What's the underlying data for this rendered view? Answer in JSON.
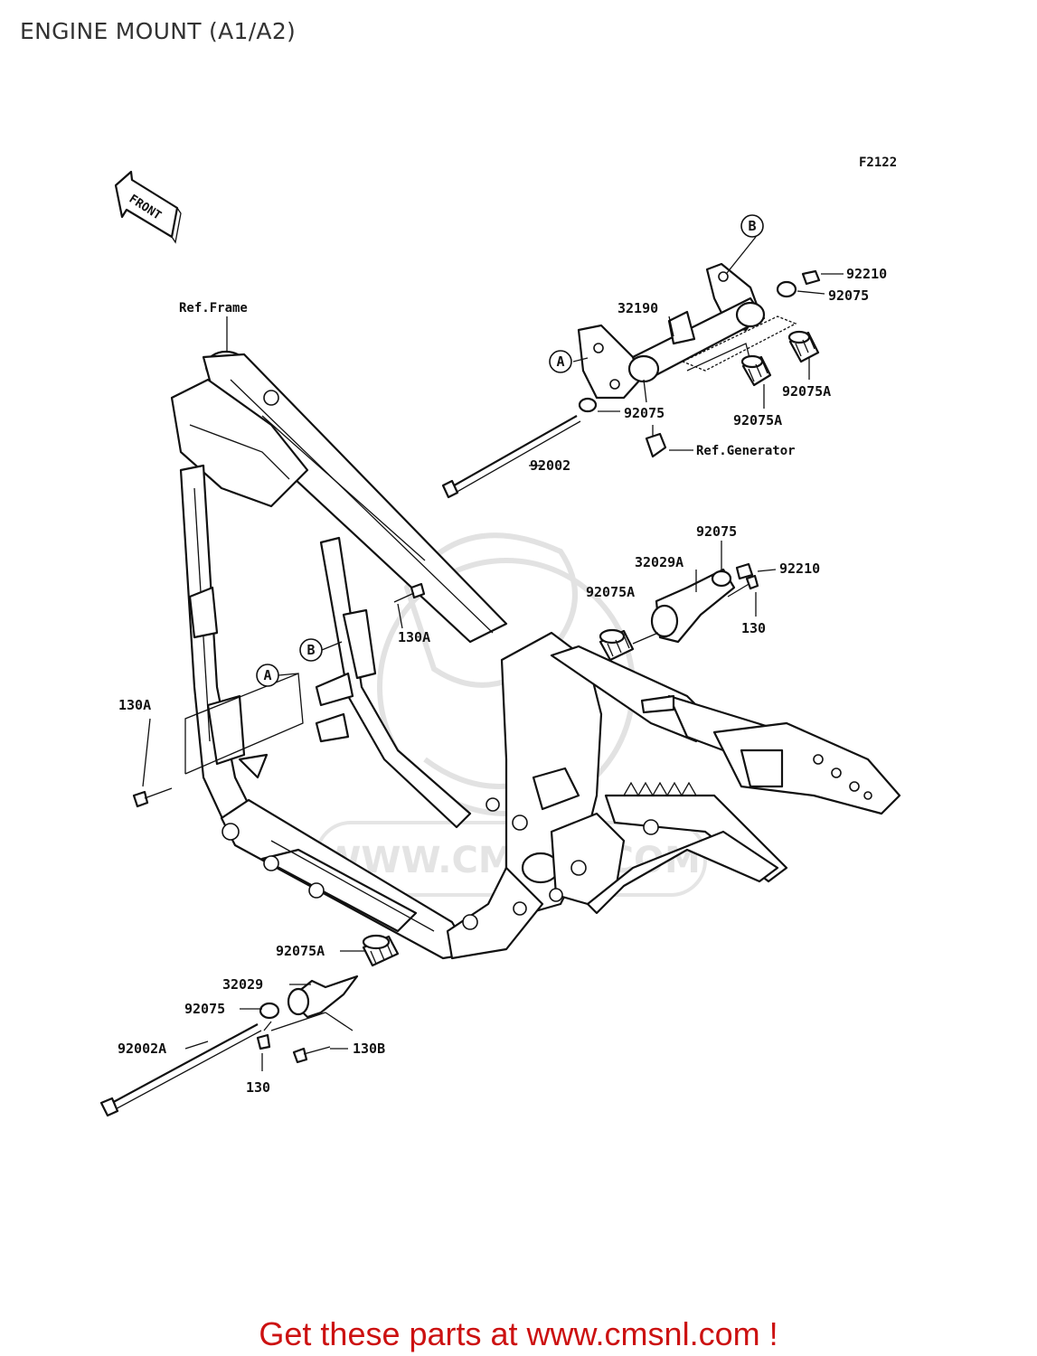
{
  "title": "ENGINE MOUNT (A1/A2)",
  "figure_code": "F2122",
  "front_label": "FRONT",
  "watermark": "WWW.CMSNL.COM",
  "references": {
    "frame": "Ref.Frame",
    "generator": "Ref.Generator"
  },
  "callouts": {
    "a_top": "A",
    "b_top": "B",
    "a_frame": "A",
    "b_frame": "B"
  },
  "parts": {
    "p92210_top": "92210",
    "p92075_top": "92075",
    "p32190": "32190",
    "p92075A_right": "92075A",
    "p92075A_mid": "92075A",
    "p92075_mid": "92075",
    "p92002": "92002",
    "p92075_r2": "92075",
    "p32029A": "32029A",
    "p92210_r2": "92210",
    "p92075A_r2": "92075A",
    "p130_r2": "130",
    "p130A_mid": "130A",
    "p130A_left": "130A",
    "p92075A_bot": "92075A",
    "p32029": "32029",
    "p92075_bot": "92075",
    "p92002A": "92002A",
    "p130B": "130B",
    "p130_bot": "130"
  },
  "cta": "Get these parts at www.cmsnl.com !"
}
